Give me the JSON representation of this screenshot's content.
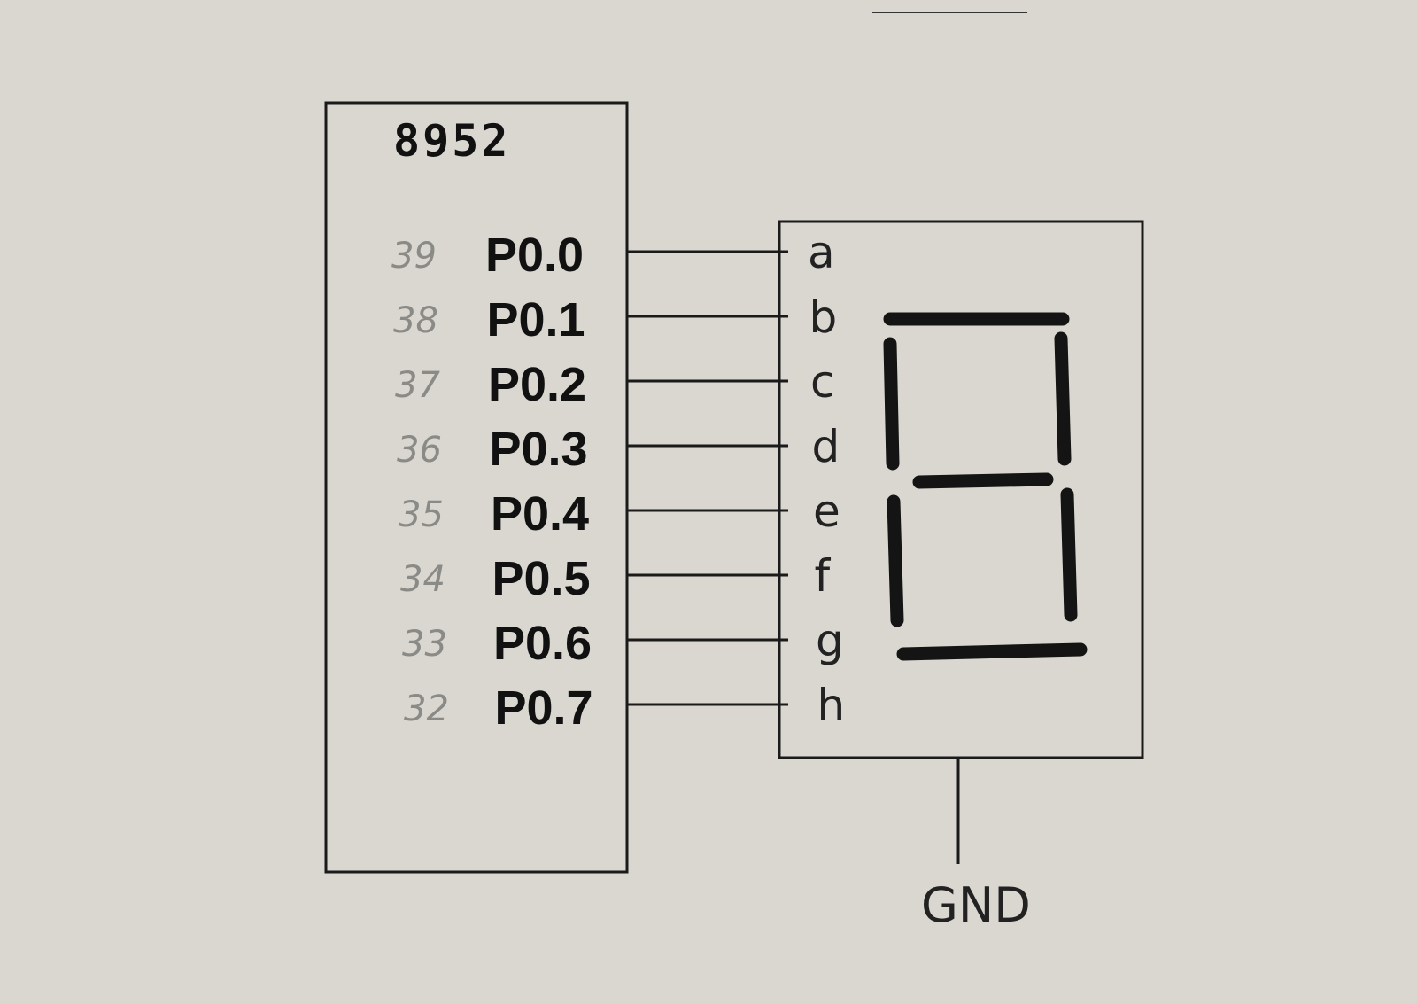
{
  "chip": {
    "title": "8952"
  },
  "pins": [
    {
      "label": "P0.0",
      "number": "39",
      "segment": "a"
    },
    {
      "label": "P0.1",
      "number": "38",
      "segment": "b"
    },
    {
      "label": "P0.2",
      "number": "37",
      "segment": "c"
    },
    {
      "label": "P0.3",
      "number": "36",
      "segment": "d"
    },
    {
      "label": "P0.4",
      "number": "35",
      "segment": "e"
    },
    {
      "label": "P0.5",
      "number": "34",
      "segment": "f"
    },
    {
      "label": "P0.6",
      "number": "33",
      "segment": "g"
    },
    {
      "label": "P0.7",
      "number": "32",
      "segment": "h"
    }
  ],
  "display": {
    "ground_label": "GND"
  },
  "colors": {
    "paper": "#d9d7cf",
    "ink": "#141414",
    "pencil": "#8a8a86"
  }
}
